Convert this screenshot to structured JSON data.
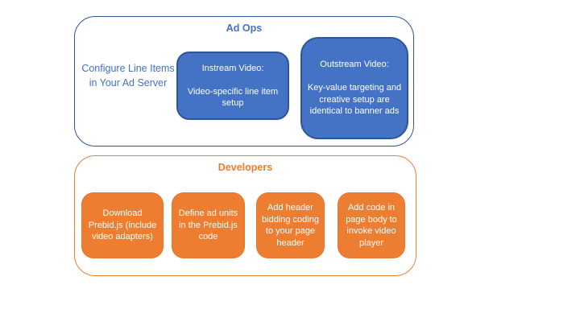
{
  "ad_ops": {
    "title": "Ad Ops",
    "side_note": "Configure Line Items in Your Ad Server",
    "boxes": [
      {
        "heading": "Instream Video:",
        "body": "Video-specific line item setup"
      },
      {
        "heading": "Outstream Video:",
        "body": "Key-value targeting and creative setup are identical to banner ads"
      }
    ]
  },
  "developers": {
    "title": "Developers",
    "steps": [
      "Download Prebid.js (include video adapters)",
      "Define ad units in the Prebid.js code",
      "Add header bidding coding to your page header",
      "Add code in page body to invoke video player"
    ]
  },
  "colors": {
    "blue_fill": "#4472C4",
    "blue_border": "#2F5597",
    "blue_text": "#4472C4",
    "orange_fill": "#ED7D31",
    "orange_border": "#ED7D31",
    "node_text": "#FFFFFF",
    "background": "#FFFFFF"
  }
}
